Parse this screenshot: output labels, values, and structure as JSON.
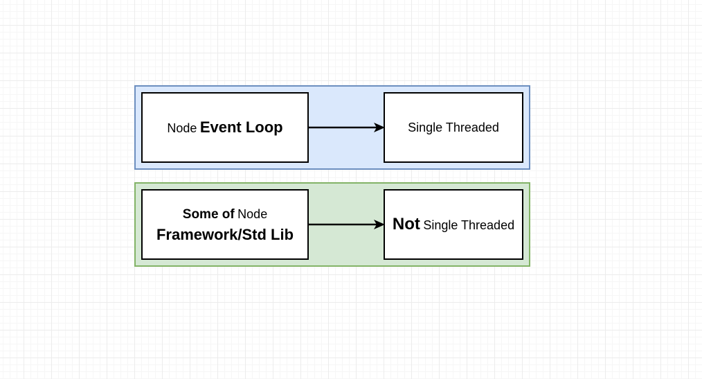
{
  "diagram": {
    "row1": {
      "left": {
        "prefix": "Node",
        "bold": "Event Loop"
      },
      "right": {
        "text": "Single Threaded"
      }
    },
    "row2": {
      "left": {
        "line1_bold": "Some of",
        "line1_normal": "Node",
        "line2_bold": "Framework/Std Lib"
      },
      "right": {
        "bold": "Not",
        "text": "Single Threaded"
      }
    },
    "colors": {
      "group1_fill": "#dae8fc",
      "group1_stroke": "#6c8ebf",
      "group2_fill": "#d5e8d4",
      "group2_stroke": "#82b366",
      "box_stroke": "#000000",
      "arrow": "#000000"
    }
  }
}
